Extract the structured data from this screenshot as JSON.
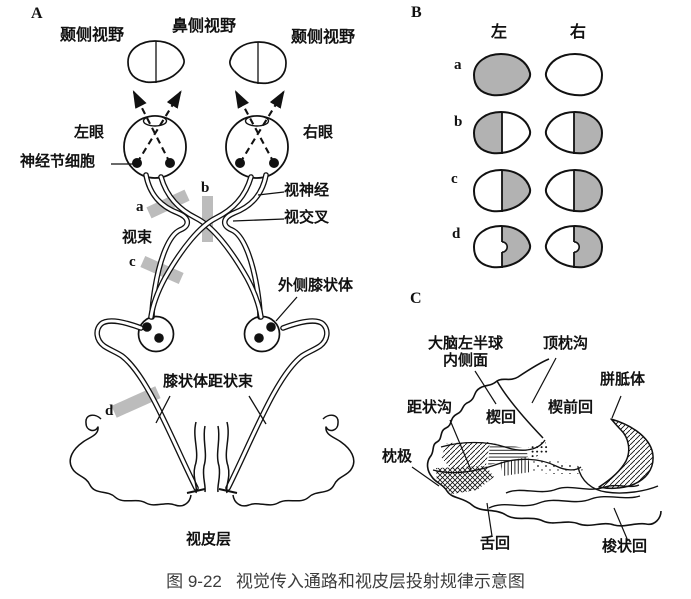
{
  "figure": {
    "caption_number": "图 9-22",
    "caption_title": "视觉传入通路和视皮层投射规律示意图",
    "caption_number_color": "#35b0e5",
    "ink_color": "#111111"
  },
  "panel_a": {
    "tag": "A",
    "temporal_field_left": "颞侧视野",
    "nasal_field": "鼻侧视野",
    "temporal_field_right": "颞侧视野",
    "left_eye": "左眼",
    "right_eye": "右眼",
    "ganglion_cell": "神经节细胞",
    "optic_nerve": "视神经",
    "optic_chiasm": "视交叉",
    "optic_tract": "视束",
    "lateral_geniculate": "外侧膝状体",
    "geniculocalcarine_tract": "膝状体距状束",
    "visual_cortex": "视皮层",
    "marker_a": "a",
    "marker_b": "b",
    "marker_c": "c",
    "marker_d": "d",
    "lesion_bar_color": "#bcbcbc"
  },
  "panel_b": {
    "tag": "B",
    "col_left": "左",
    "col_right": "右",
    "shade_color": "#b2b2b2",
    "rows": [
      {
        "label": "a",
        "left_field": "full",
        "right_field": "none"
      },
      {
        "label": "b",
        "left_field": "left-half",
        "right_field": "right-half"
      },
      {
        "label": "c",
        "left_field": "right-half",
        "right_field": "right-half"
      },
      {
        "label": "d",
        "left_field": "right-half-notch",
        "right_field": "right-half-notch"
      }
    ]
  },
  "panel_c": {
    "tag": "C",
    "hemisphere_line1": "大脑左半球",
    "hemisphere_line2": "内侧面",
    "parieto_occipital_sulcus": "顶枕沟",
    "corpus_callosum": "胼胝体",
    "calcarine_sulcus": "距状沟",
    "cuneus": "楔回",
    "precuneus": "楔前回",
    "occipital_pole": "枕极",
    "lingual_gyrus": "舌回",
    "fusiform_gyrus": "梭状回"
  }
}
